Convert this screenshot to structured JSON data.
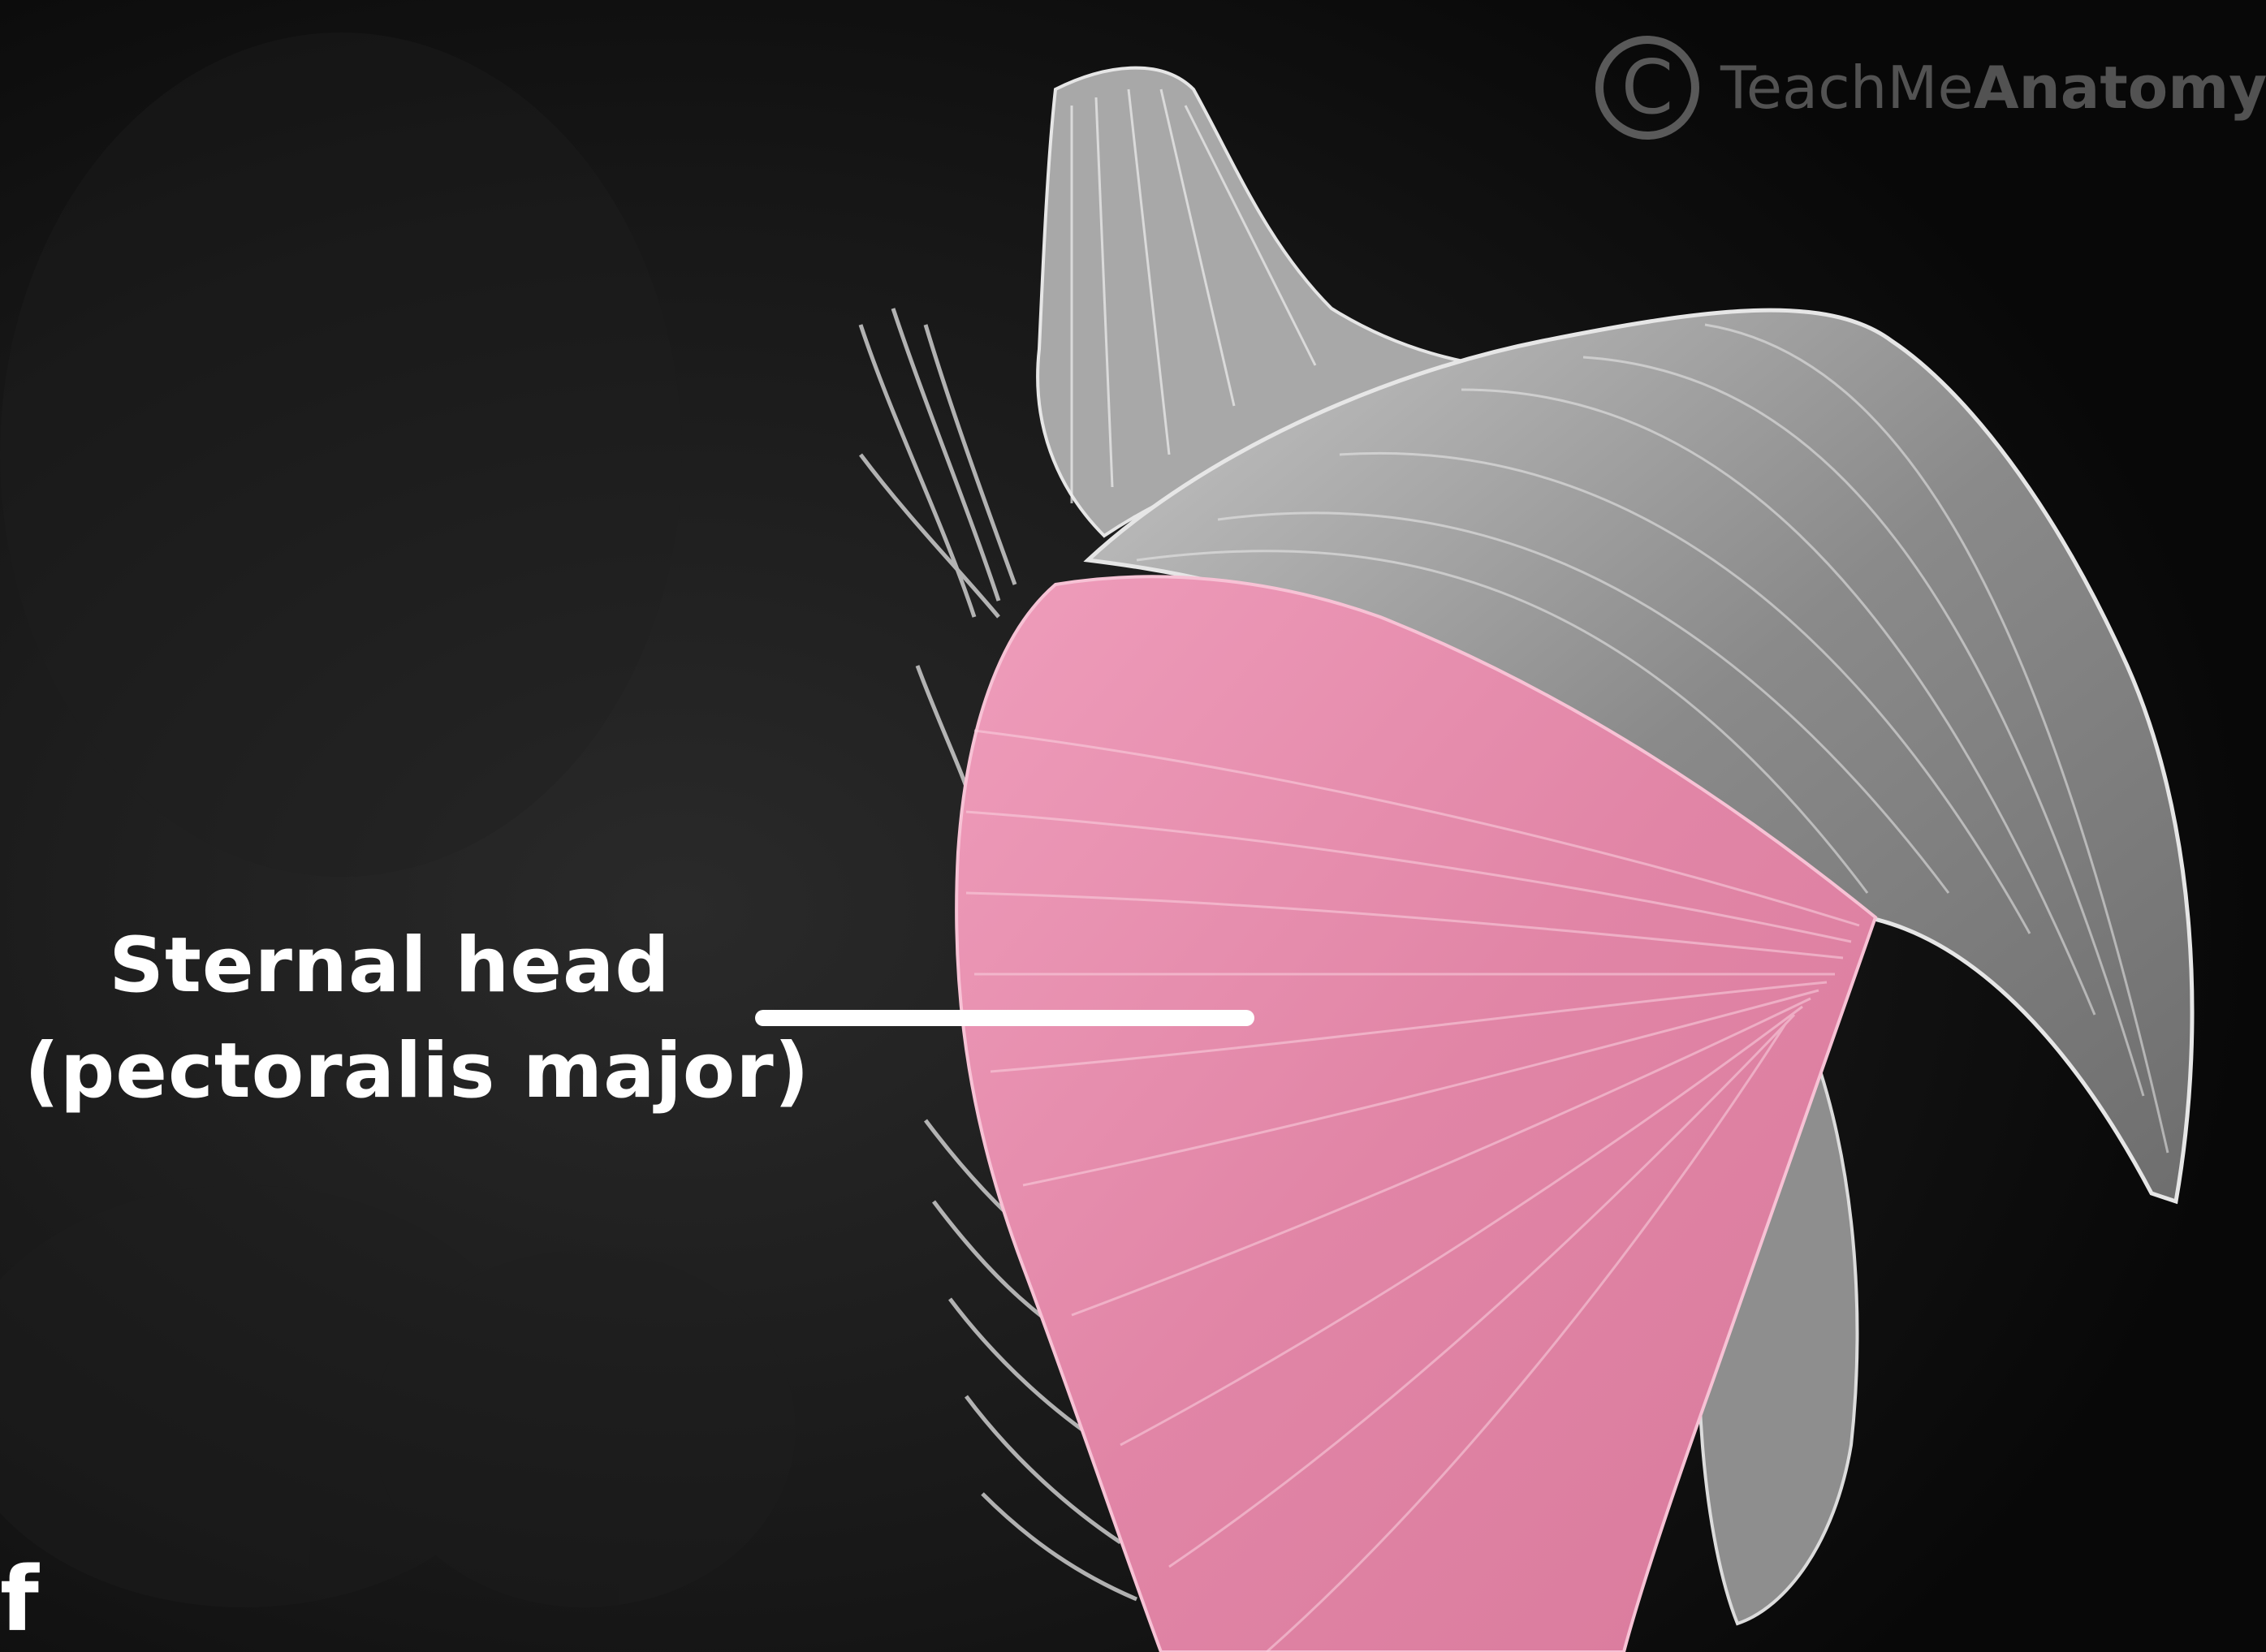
{
  "label": {
    "line1": "Sternal head",
    "line2": "(pectoralis major)"
  },
  "watermark": {
    "symbol": "C",
    "brand_light": "TeachMe",
    "brand_bold": "Anatomy"
  },
  "corner_letter": "f",
  "colors": {
    "background": "#0d0d0d",
    "highlight": "#e58aa9",
    "muscle_gray": "#9c9c9c",
    "label": "#ffffff"
  }
}
